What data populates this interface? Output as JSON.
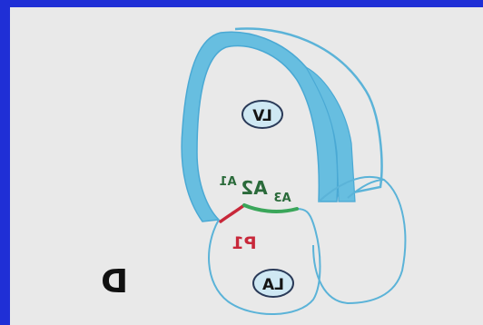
{
  "diagram": {
    "panel_letter": "D",
    "chambers": {
      "ventricle": "LV",
      "atrium": "LA"
    },
    "leaflet_labels": {
      "anterior_main": "A2",
      "anterior_left": "A3",
      "anterior_right": "A1",
      "posterior": "P1"
    },
    "colors": {
      "background_border": "#1f2fd6",
      "panel": "#e9e9e9",
      "wall_fill": "#67bee0",
      "wall_stroke": "#4aa9d4",
      "thin_outline": "#5bb3d8",
      "anterior_leaflet": "#3aa65a",
      "posterior_leaflet": "#c8283a",
      "label_ellipse_fill": "#cfe8f3",
      "label_text": "#151515"
    }
  }
}
